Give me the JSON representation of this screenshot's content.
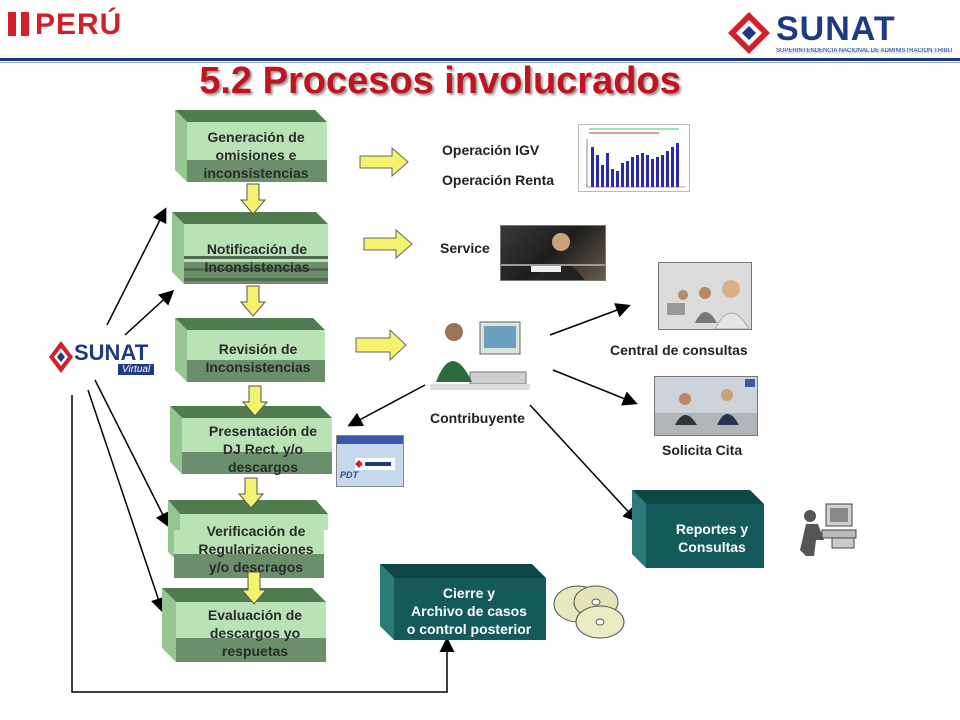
{
  "header": {
    "left_logo": "PERÚ",
    "right_logo": "SUNAT",
    "right_logo_sub": "SUPERINTENDENCIA NACIONAL DE ADMINISTRACIÓN TRIBUTARIA",
    "left_sunat": "SUNAT",
    "left_sunat_virtual": "Virtual"
  },
  "title": "5.2 Procesos involucrados",
  "process_steps": [
    {
      "line1": "Generación de",
      "line2": "omisiones e",
      "line3": "inconsistencias"
    },
    {
      "line1": "Notificación  de",
      "line2": "Inconsistencias"
    },
    {
      "line1": "Revisión de",
      "line2": "Inconsistencias"
    },
    {
      "line1": "Presentación de",
      "line2": "DJ Rect. y/o",
      "line3": "descargos"
    },
    {
      "line1": "Verificación de",
      "line2": "Regularizaciones",
      "line3": "y/o descragos"
    },
    {
      "line1": "Evaluación de",
      "line2": "descargos yo",
      "line3": "respuetas"
    }
  ],
  "operations": {
    "igv": "Operación IGV",
    "renta": "Operación Renta"
  },
  "service": "Service",
  "contribuyente": "Contribuyente",
  "central_consultas": "Central de consultas",
  "solicita_cita": "Solicita Cita",
  "reportes": {
    "line1": "Reportes y",
    "line2": "Consultas"
  },
  "cierre": {
    "line1": "Cierre y",
    "line2": "Archivo de casos",
    "line3": "o control posterior"
  },
  "pdt_label": "PDT",
  "colors": {
    "title": "#c0141e",
    "brand_blue": "#1d3a82",
    "box_green": "#6b8f6b",
    "box_light": "#b9e3b4",
    "dark_teal": "#155a5a",
    "arrow_yellow": "#f3f36f"
  }
}
